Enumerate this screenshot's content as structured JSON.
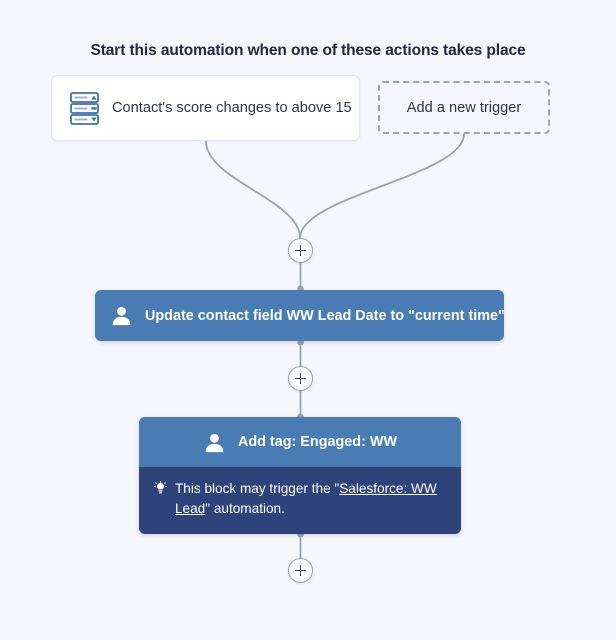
{
  "page": {
    "background_color": "#f6f7fd",
    "heading": "Start this automation when one of these actions takes place"
  },
  "triggers": [
    {
      "id": "contact-score",
      "label": "Contact's score changes to above 15",
      "icon": "score-icon",
      "style": "solid-card"
    },
    {
      "id": "add-new-trigger",
      "label": "Add a new trigger",
      "style": "dashed-card"
    }
  ],
  "nodes": {
    "plus_label": "+",
    "plus_1_name": "add-step-button-1",
    "plus_2_name": "add-step-button-2",
    "plus_3_name": "add-step-button-3"
  },
  "actions": [
    {
      "id": "update-contact-field",
      "icon": "person-icon",
      "label": "Update contact field WW Lead Date to \"current time\"",
      "header_color": "#4a7cb4",
      "has_note": false
    },
    {
      "id": "add-tag",
      "icon": "person-icon",
      "label": "Add tag: Engaged: WW",
      "header_color": "#4a7cb4",
      "note_color": "#2d4379",
      "has_note": true,
      "note": {
        "icon": "lightbulb-icon",
        "prefix": "This block may trigger the \"",
        "link": "Salesforce: WW Lead",
        "suffix": "\" automation."
      }
    }
  ],
  "colors": {
    "accent_blue": "#4a7cb4",
    "deep_navy": "#2d4379",
    "wire_gray": "#9aa1b3",
    "card_border": "#e2e5ef",
    "dashed_border": "#9aa3bb",
    "heading_text": "#22293c"
  }
}
